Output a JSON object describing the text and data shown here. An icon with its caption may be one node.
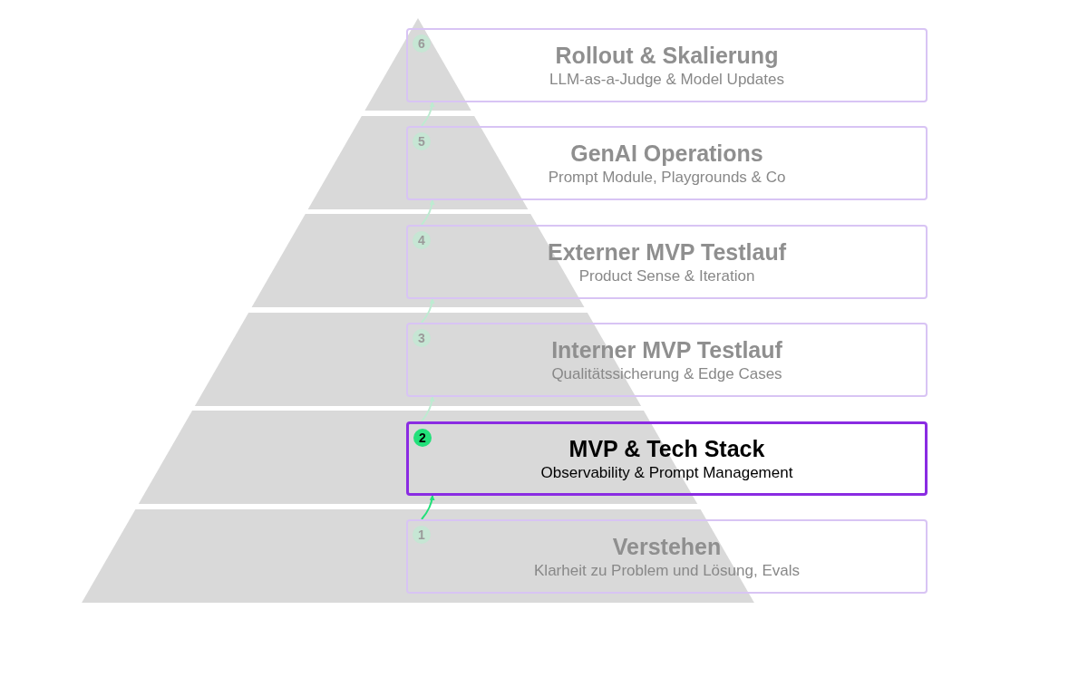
{
  "diagram": {
    "nodes": [
      {
        "text": [
          "Rollout & Skalierung",
          "LLM-as-a-Judge & Model Updates"
        ]
      },
      {
        "text": [
          "6"
        ],
        "in": 0
      },
      {
        "text": [
          "GenAI Operations",
          "Prompt Module, Playgrounds & Co"
        ]
      },
      {
        "text": [
          "5"
        ],
        "in": 2
      },
      {
        "text": [
          "Externer MVP Testlauf",
          "Product Sense & Iteration"
        ]
      },
      {
        "text": [
          "4"
        ],
        "in": 4
      },
      {
        "text": [
          "Interner MVP Testlauf",
          "Qualitätssicherung & Edge Cases"
        ]
      },
      {
        "text": [
          "3"
        ],
        "in": 6
      },
      {
        "text": [
          "MVP & Tech Stack",
          "Observability & Prompt Management"
        ]
      },
      {
        "text": [
          "2"
        ],
        "in": 8
      },
      {
        "text": [
          "Verstehen",
          "Klarheit zu Problem und Lösung, Evals"
        ]
      },
      {
        "text": [
          "1"
        ],
        "in": 10
      }
    ],
    "edges": [
      {
        "from": 10,
        "to": 8,
        "arrow": "to",
        "color": "#22e07a"
      },
      {
        "from": 8,
        "to": 6,
        "arrow": "to"
      },
      {
        "from": 6,
        "to": 4,
        "arrow": "to"
      },
      {
        "from": 4,
        "to": 2,
        "arrow": "to"
      },
      {
        "from": 2,
        "to": 0,
        "arrow": "to"
      }
    ]
  }
}
